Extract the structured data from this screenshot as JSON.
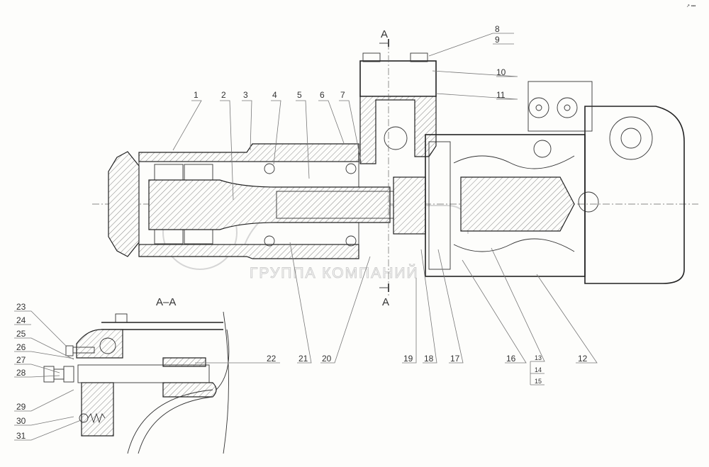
{
  "drawing": {
    "section_mark_top": "A",
    "section_mark_bottom": "A",
    "section_view_title": "A–A",
    "watermark_text": "ГРУППА КОМПАНИЙ",
    "corner_mark": "↗ ▪▪▪",
    "callouts": {
      "c1": "1",
      "c2": "2",
      "c3": "3",
      "c4": "4",
      "c5": "5",
      "c6": "6",
      "c7": "7",
      "c8": "8",
      "c9": "9",
      "c10": "10",
      "c11": "11",
      "c12": "12",
      "c13": "13",
      "c14": "14",
      "c15": "15",
      "c16": "16",
      "c17": "17",
      "c18": "18",
      "c19": "19",
      "c20": "20",
      "c21": "21",
      "c22": "22",
      "c23": "23",
      "c24": "24",
      "c25": "25",
      "c26": "26",
      "c27": "27",
      "c28": "28",
      "c29": "29",
      "c30": "30",
      "c31": "31"
    }
  }
}
